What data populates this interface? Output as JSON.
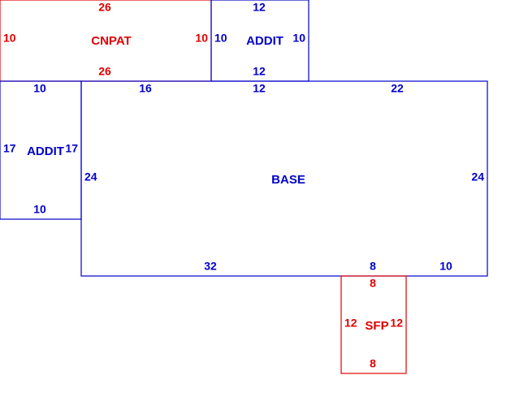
{
  "colors": {
    "red": "#e00000",
    "blue": "#0000cc"
  },
  "areas": {
    "cnpat": {
      "label": "CNPAT",
      "color": "red",
      "top": "26",
      "bottom": "26",
      "left": "10",
      "right": "10"
    },
    "addit_top": {
      "label": "ADDIT",
      "color": "blue",
      "top": "12",
      "bottom": "12",
      "left": "10",
      "right": "10"
    },
    "addit_left": {
      "label": "ADDIT",
      "color": "blue",
      "top": "10",
      "bottom": "10",
      "left": "17",
      "right": "17"
    },
    "base": {
      "label": "BASE",
      "color": "blue",
      "top_1": "16",
      "top_2": "12",
      "top_3": "22",
      "left": "24",
      "right": "24",
      "bottom_1": "32",
      "bottom_2": "8",
      "bottom_3": "10"
    },
    "sfp": {
      "label": "SFP",
      "color": "red",
      "top": "8",
      "bottom": "8",
      "left": "12",
      "right": "12"
    }
  }
}
